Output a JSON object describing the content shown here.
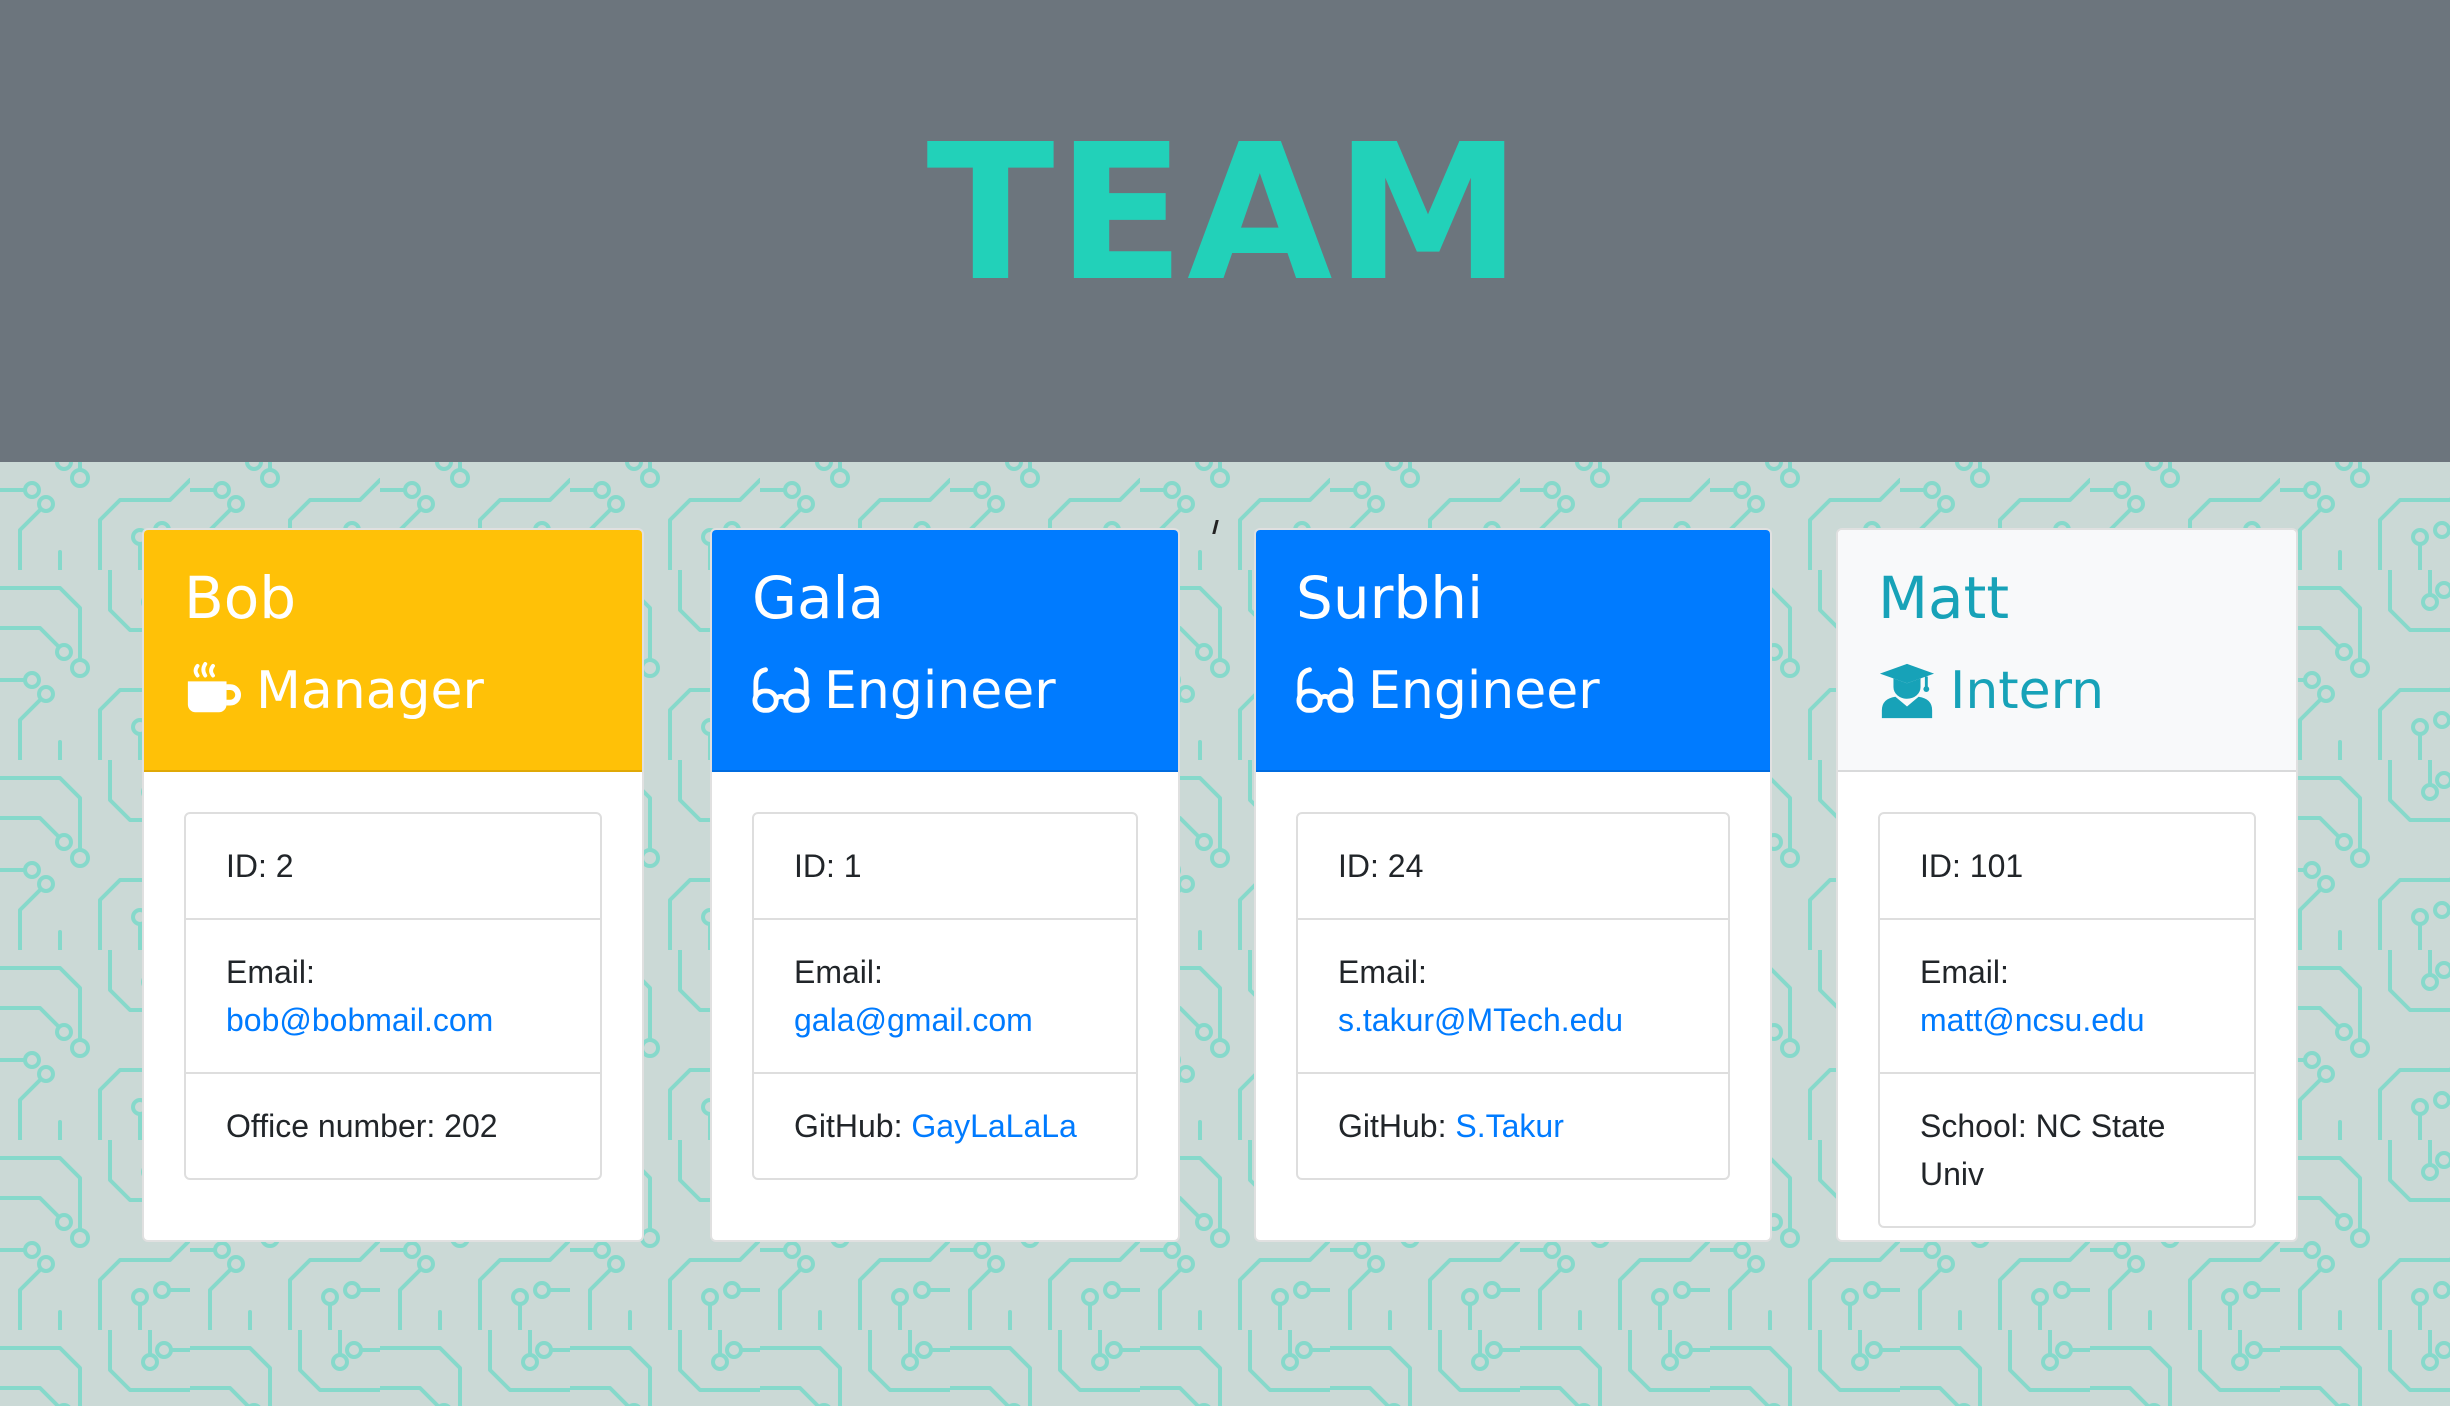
{
  "header": {
    "title": "TEAM"
  },
  "labels": {
    "id_prefix": "ID: ",
    "email_label": "Email:",
    "office_prefix": "Office number: ",
    "github_prefix": "GitHub: ",
    "school_prefix": "School: "
  },
  "employees": [
    {
      "name": "Bob",
      "role": "Manager",
      "role_icon": "coffee-icon",
      "id": "2",
      "email": "bob@bobmail.com",
      "office_number": "202"
    },
    {
      "name": "Gala",
      "role": "Engineer",
      "role_icon": "glasses-icon",
      "id": "1",
      "email": "gala@gmail.com",
      "github": "GayLaLaLa"
    },
    {
      "name": "Surbhi",
      "role": "Engineer",
      "role_icon": "glasses-icon",
      "id": "24",
      "email": "s.takur@MTech.edu",
      "github": "S.Takur"
    },
    {
      "name": "Matt",
      "role": "Intern",
      "role_icon": "graduate-icon",
      "id": "101",
      "email": "matt@ncsu.edu",
      "school": "NC State Univ"
    }
  ],
  "colors": {
    "header_bg": "#6c757d",
    "title": "#22d1b9",
    "manager": "#ffc107",
    "engineer": "#007bff",
    "intern_header_bg": "#f8f9fa",
    "intern_text": "#17a2b8",
    "link": "#007bff",
    "page_bg": "#cbd9d6",
    "circuit": "#7fd6c8"
  }
}
